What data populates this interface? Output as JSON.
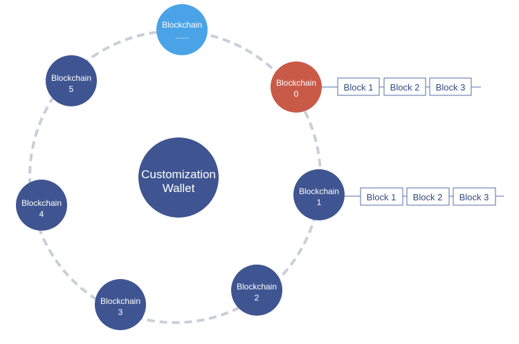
{
  "colors": {
    "node_default": "#3f5591",
    "node_active": "#c95a48",
    "node_placeholder": "#4aa3e6",
    "ring": "#c9ced8",
    "block_border": "#6f86b4",
    "block_text": "#2f4a7e"
  },
  "center": {
    "line1": "Customization",
    "line2": "Wallet"
  },
  "nodes": [
    {
      "line1": "Blockchain",
      "line2": "......",
      "variant": "placeholder"
    },
    {
      "line1": "Blockchain",
      "line2": "0",
      "variant": "active"
    },
    {
      "line1": "Blockchain",
      "line2": "1",
      "variant": "default"
    },
    {
      "line1": "Blockchain",
      "line2": "2",
      "variant": "default"
    },
    {
      "line1": "Blockchain",
      "line2": "3",
      "variant": "default"
    },
    {
      "line1": "Blockchain",
      "line2": "4",
      "variant": "default"
    },
    {
      "line1": "Blockchain",
      "line2": "5",
      "variant": "default"
    }
  ],
  "chains": [
    {
      "node": "0",
      "blocks": [
        "Block 1",
        "Block 2",
        "Block 3"
      ]
    },
    {
      "node": "1",
      "blocks": [
        "Block 1",
        "Block 2",
        "Block 3"
      ]
    }
  ]
}
